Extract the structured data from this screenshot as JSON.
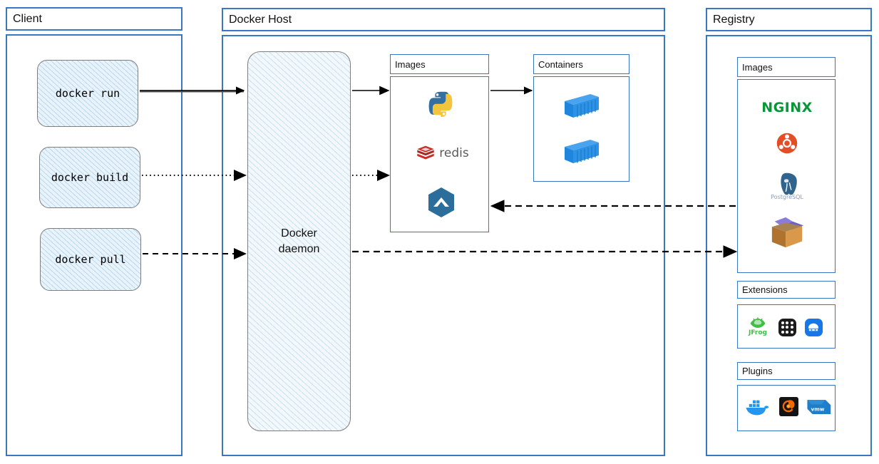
{
  "panels": {
    "client": {
      "title": "Client"
    },
    "host": {
      "title": "Docker Host"
    },
    "registry": {
      "title": "Registry"
    }
  },
  "client": {
    "commands": [
      {
        "label": "docker run",
        "line_style": "solid"
      },
      {
        "label": "docker build",
        "line_style": "dotted"
      },
      {
        "label": "docker pull",
        "line_style": "dashed"
      }
    ]
  },
  "host": {
    "daemon": {
      "line1": "Docker",
      "line2": "daemon"
    },
    "images": {
      "title": "Images",
      "icons": [
        {
          "name": "python-logo-icon",
          "label": ""
        },
        {
          "name": "redis-logo-icon",
          "label": "redis"
        },
        {
          "name": "mattermost-hexagon-icon",
          "label": ""
        }
      ]
    },
    "containers": {
      "title": "Containers",
      "icons": [
        {
          "name": "shipping-container-icon",
          "label": ""
        },
        {
          "name": "shipping-container-icon",
          "label": ""
        }
      ]
    }
  },
  "registry": {
    "images": {
      "title": "Images",
      "icons": [
        {
          "name": "nginx-logo-icon",
          "label": "NGINX"
        },
        {
          "name": "ubuntu-logo-icon",
          "label": ""
        },
        {
          "name": "postgresql-logo-icon",
          "label": "PostgreSQL"
        },
        {
          "name": "open-box-icon",
          "label": ""
        }
      ]
    },
    "extensions": {
      "title": "Extensions",
      "icons": [
        {
          "name": "jfrog-logo-icon",
          "label": "JFrog"
        },
        {
          "name": "app-grid-icon",
          "label": ""
        },
        {
          "name": "blue-tool-icon",
          "label": ""
        }
      ]
    },
    "plugins": {
      "title": "Plugins",
      "icons": [
        {
          "name": "docker-whale-icon",
          "label": ""
        },
        {
          "name": "grafana-logo-icon",
          "label": ""
        },
        {
          "name": "vmware-logo-icon",
          "label": "vmw"
        }
      ]
    }
  },
  "connections": [
    {
      "name": "run-to-daemon",
      "style": "solid"
    },
    {
      "name": "build-to-daemon",
      "style": "dotted"
    },
    {
      "name": "pull-to-daemon",
      "style": "dashed"
    },
    {
      "name": "daemon-to-images",
      "style": "solid"
    },
    {
      "name": "daemon-to-images-2",
      "style": "dotted"
    },
    {
      "name": "images-to-containers",
      "style": "solid"
    },
    {
      "name": "registry-to-images",
      "style": "dashed"
    },
    {
      "name": "daemon-to-registry",
      "style": "dashed"
    }
  ],
  "colors": {
    "panel_border": "#3a77c2",
    "shape_border": "#7d7d7d",
    "shape_fill": "#e8f3fb",
    "arrow": "#000000",
    "nginx_green": "#099639",
    "ubuntu_orange": "#e44d26",
    "redis_red": "#d12b20",
    "container_blue": "#2a8fe0",
    "hex_blue": "#2c6e9b"
  }
}
